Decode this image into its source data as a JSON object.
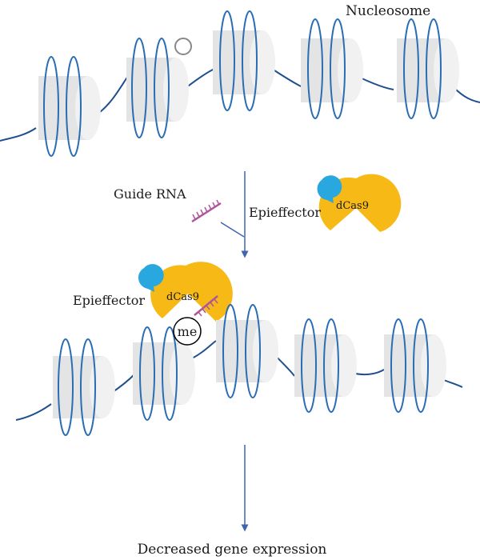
{
  "labels": {
    "nucleosome": "Nucleosome",
    "guide_rna": "Guide RNA",
    "epieffector_top": "Epieffector",
    "dcas9_top": "dCas9",
    "epieffector_bottom": "Epieffector",
    "dcas9_bottom": "dCas9",
    "methyl_mark": "me",
    "outcome": "Decreased gene expression"
  },
  "colors": {
    "dna_strand": "#1f4f8f",
    "dna_wrap": "#2a6db3",
    "histone_body": "#e4e4e4",
    "histone_cap": "#f1f1f1",
    "arrow": "#3f64b0",
    "dcas9": "#f7b916",
    "epieffector": "#29a7df",
    "guide_rna": "#b0559b",
    "unmethylated_circle": "#888888",
    "methylated_circle": "#000000"
  }
}
